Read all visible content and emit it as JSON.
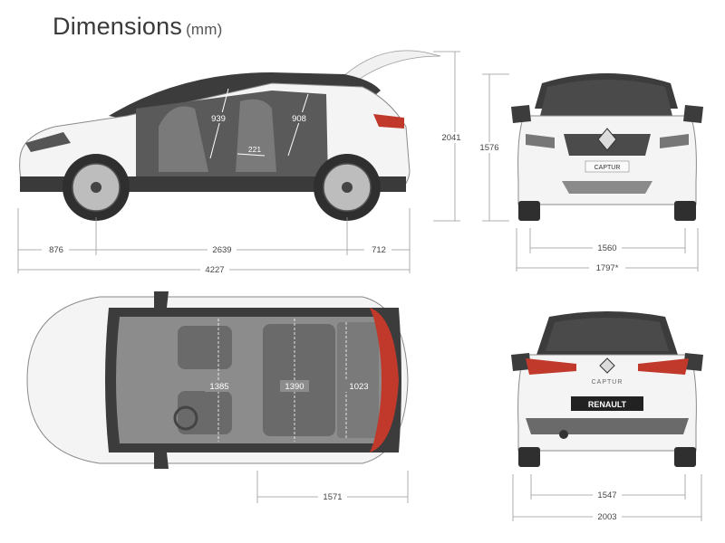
{
  "title": "Dimensions",
  "unit": "(mm)",
  "side_view": {
    "front_overhang": "876",
    "wheelbase": "2639",
    "rear_overhang": "712",
    "overall_length": "4227",
    "height_open_tailgate": "2041",
    "front_headroom": "939",
    "rear_headroom": "908",
    "knee_room": "221"
  },
  "front_view": {
    "height": "1576",
    "front_track": "1560",
    "width": "1797*",
    "badge": "CAPTUR"
  },
  "top_view": {
    "front_elbow_width": "1385",
    "rear_elbow_width": "1390",
    "boot_width": "1023",
    "rear_section_length": "1571"
  },
  "rear_view": {
    "rear_track": "1547",
    "width_mirrors": "2003",
    "brand_plate": "RENAULT",
    "badge": "CAPTUR"
  },
  "colors": {
    "body": "#f4f4f4",
    "roof": "#3c3c3c",
    "accent_red": "#c0392b"
  }
}
